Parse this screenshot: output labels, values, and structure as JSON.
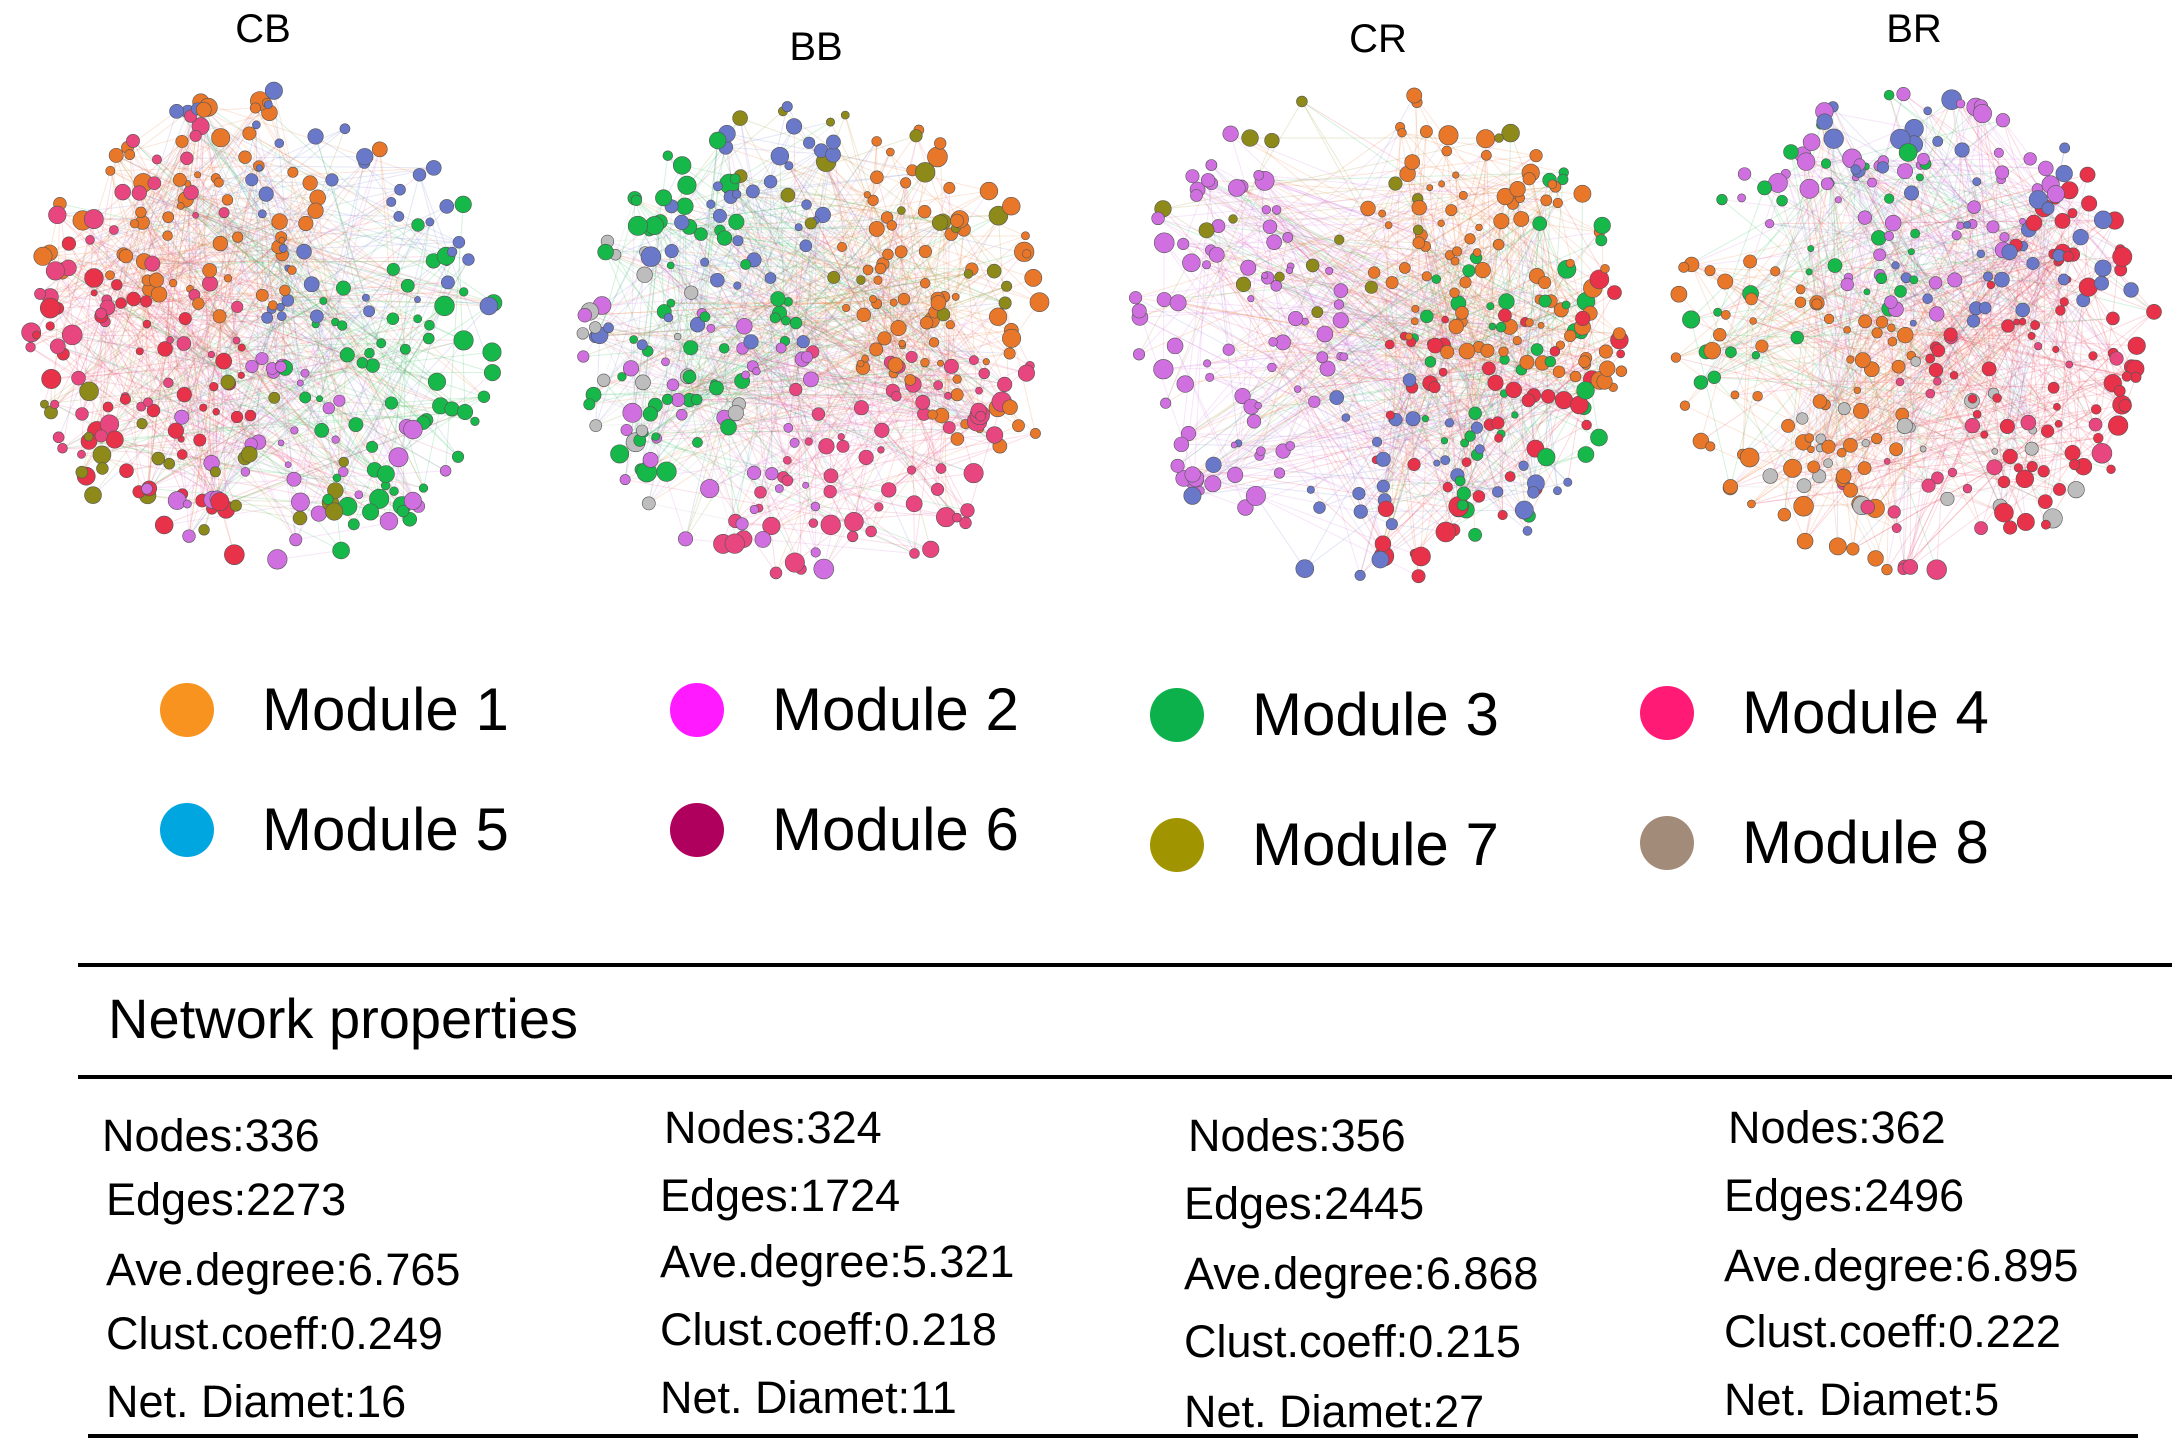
{
  "networks": [
    {
      "title": "CB"
    },
    {
      "title": "BB"
    },
    {
      "title": "CR"
    },
    {
      "title": "BR"
    }
  ],
  "legend": [
    {
      "label": "Module 1",
      "color": "#f7931e"
    },
    {
      "label": "Module 2",
      "color": "#ff1aff"
    },
    {
      "label": "Module 3",
      "color": "#0db14b"
    },
    {
      "label": "Module 4",
      "color": "#ff1a75"
    },
    {
      "label": "Module 5",
      "color": "#00a6e0"
    },
    {
      "label": "Module 6",
      "color": "#b0005e"
    },
    {
      "label": "Module 7",
      "color": "#a09400"
    },
    {
      "label": "Module 8",
      "color": "#a38b7a"
    }
  ],
  "node_palette": {
    "orange": "#e8772a",
    "violet": "#d070e0",
    "green": "#16b84a",
    "pink": "#e8467e",
    "blue": "#6a78c9",
    "red": "#e8324a",
    "olive": "#8e8a1a",
    "gray": "#bdbdbd"
  },
  "properties": {
    "heading": "Network  properties",
    "columns": [
      [
        "Nodes:336",
        "Edges:2273",
        "Ave.degree:6.765",
        "Clust.coeff:0.249",
        "Net. Diamet:16"
      ],
      [
        "Nodes:324",
        "Edges:1724",
        "Ave.degree:5.321",
        "Clust.coeff:0.218",
        "Net. Diamet:11"
      ],
      [
        "Nodes:356",
        "Edges:2445",
        "Ave.degree:6.868",
        "Clust.coeff:0.215",
        "Net. Diamet:27"
      ],
      [
        "Nodes:362",
        "Edges:2496",
        "Ave.degree:6.895",
        "Clust.coeff:0.222",
        "Net. Diamet:5"
      ]
    ]
  }
}
